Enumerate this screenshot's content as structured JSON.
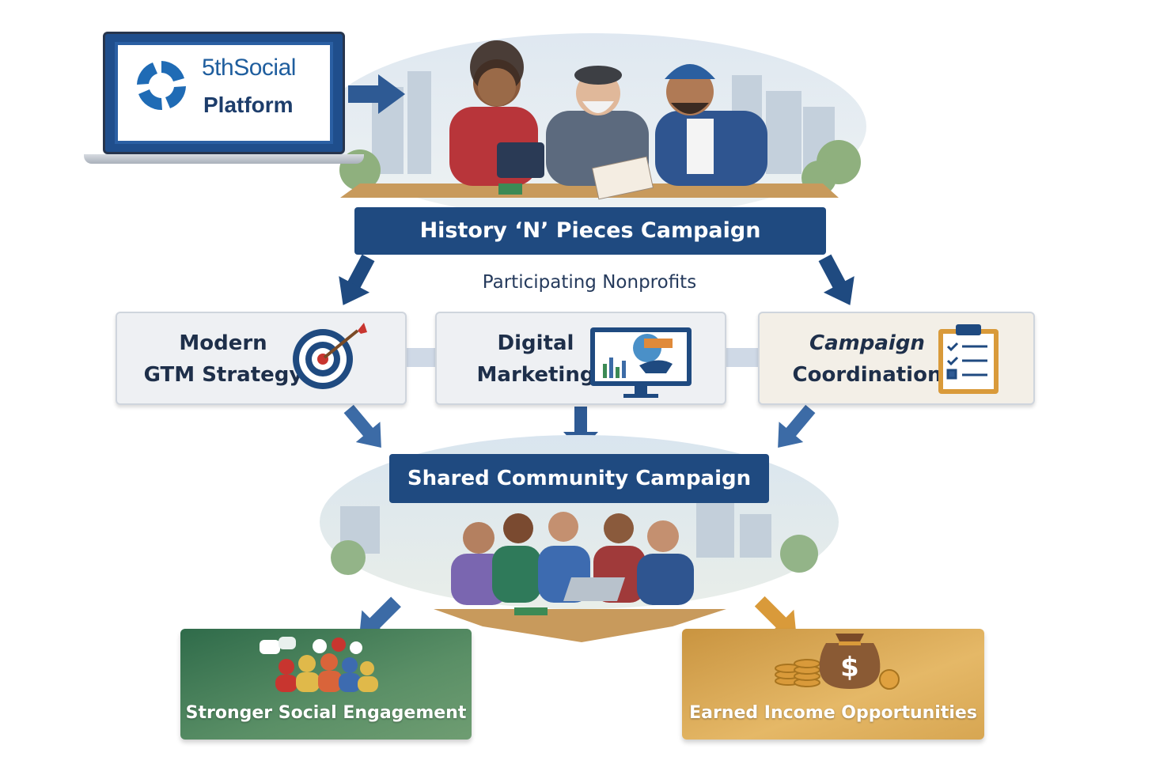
{
  "platform": {
    "logo_line1": "5thSocial",
    "logo_line2": "Platform"
  },
  "campaign_title": "History ‘N’ Pieces Campaign",
  "participating_label": "Participating Nonprofits",
  "nonprofits": [
    {
      "line1": "Modern",
      "line2": "GTM Strategy",
      "icon": "target-icon"
    },
    {
      "line1": "Digital",
      "line2": "Marketing",
      "icon": "monitor-chart-icon"
    },
    {
      "line1": "Campaign",
      "line2": "Coordination",
      "icon": "clipboard-checklist-icon"
    }
  ],
  "shared_title": "Shared Community Campaign",
  "outcomes": {
    "social": {
      "label": "Stronger Social Engagement",
      "icon": "community-chat-icon"
    },
    "income": {
      "label": "Earned Income Opportunities",
      "icon": "money-bag-icon"
    }
  },
  "colors": {
    "navy": "#1f4a80",
    "arrow_blue": "#2e5a94",
    "arrow_gold": "#d99a3a",
    "green": "#2f6b4a",
    "gold": "#e5b867"
  }
}
